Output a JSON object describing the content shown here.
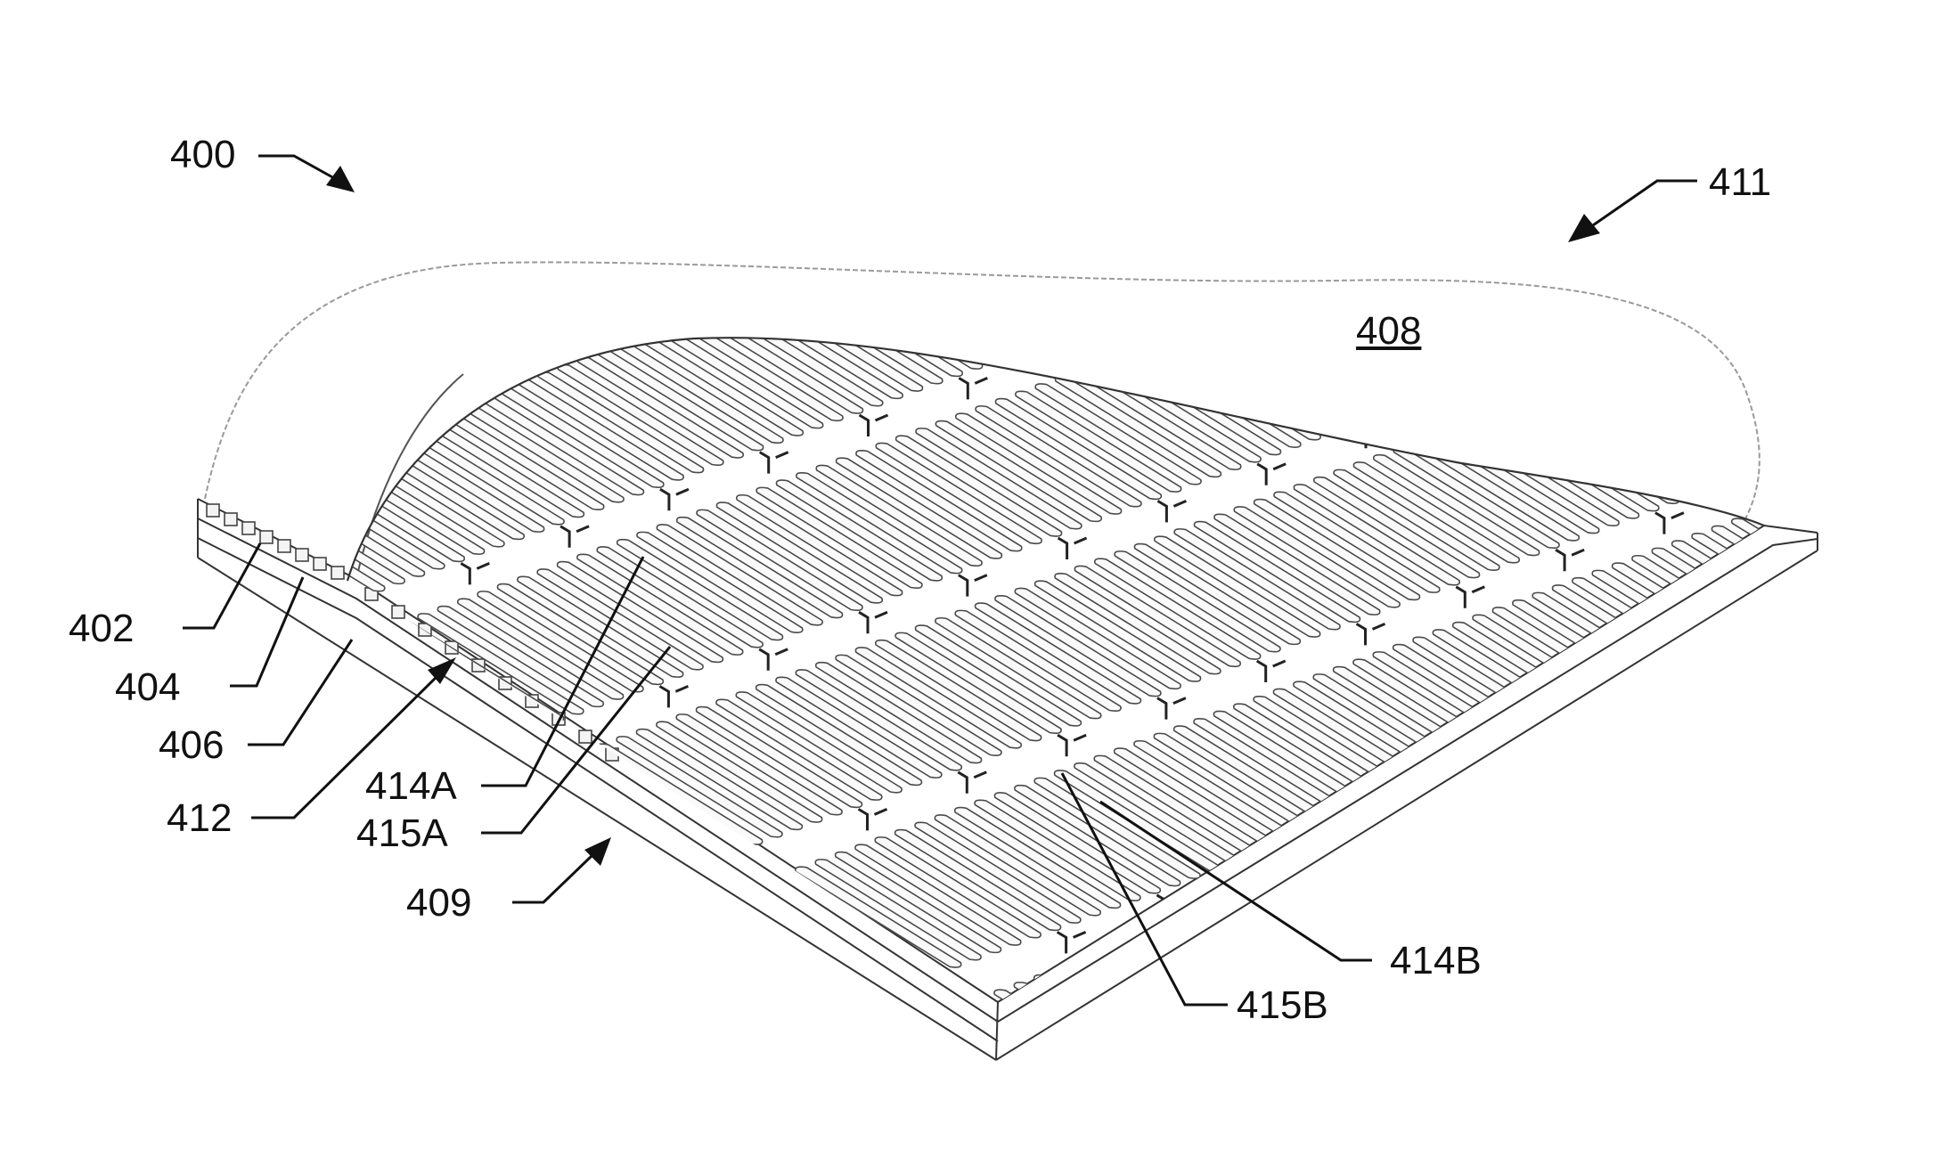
{
  "figure": {
    "labels": {
      "l400": "400",
      "l411": "411",
      "l408": "408",
      "l402": "402",
      "l404": "404",
      "l406": "406",
      "l412": "412",
      "l414A": "414A",
      "l415A": "415A",
      "l409": "409",
      "l414B": "414B",
      "l415B": "415B"
    }
  }
}
